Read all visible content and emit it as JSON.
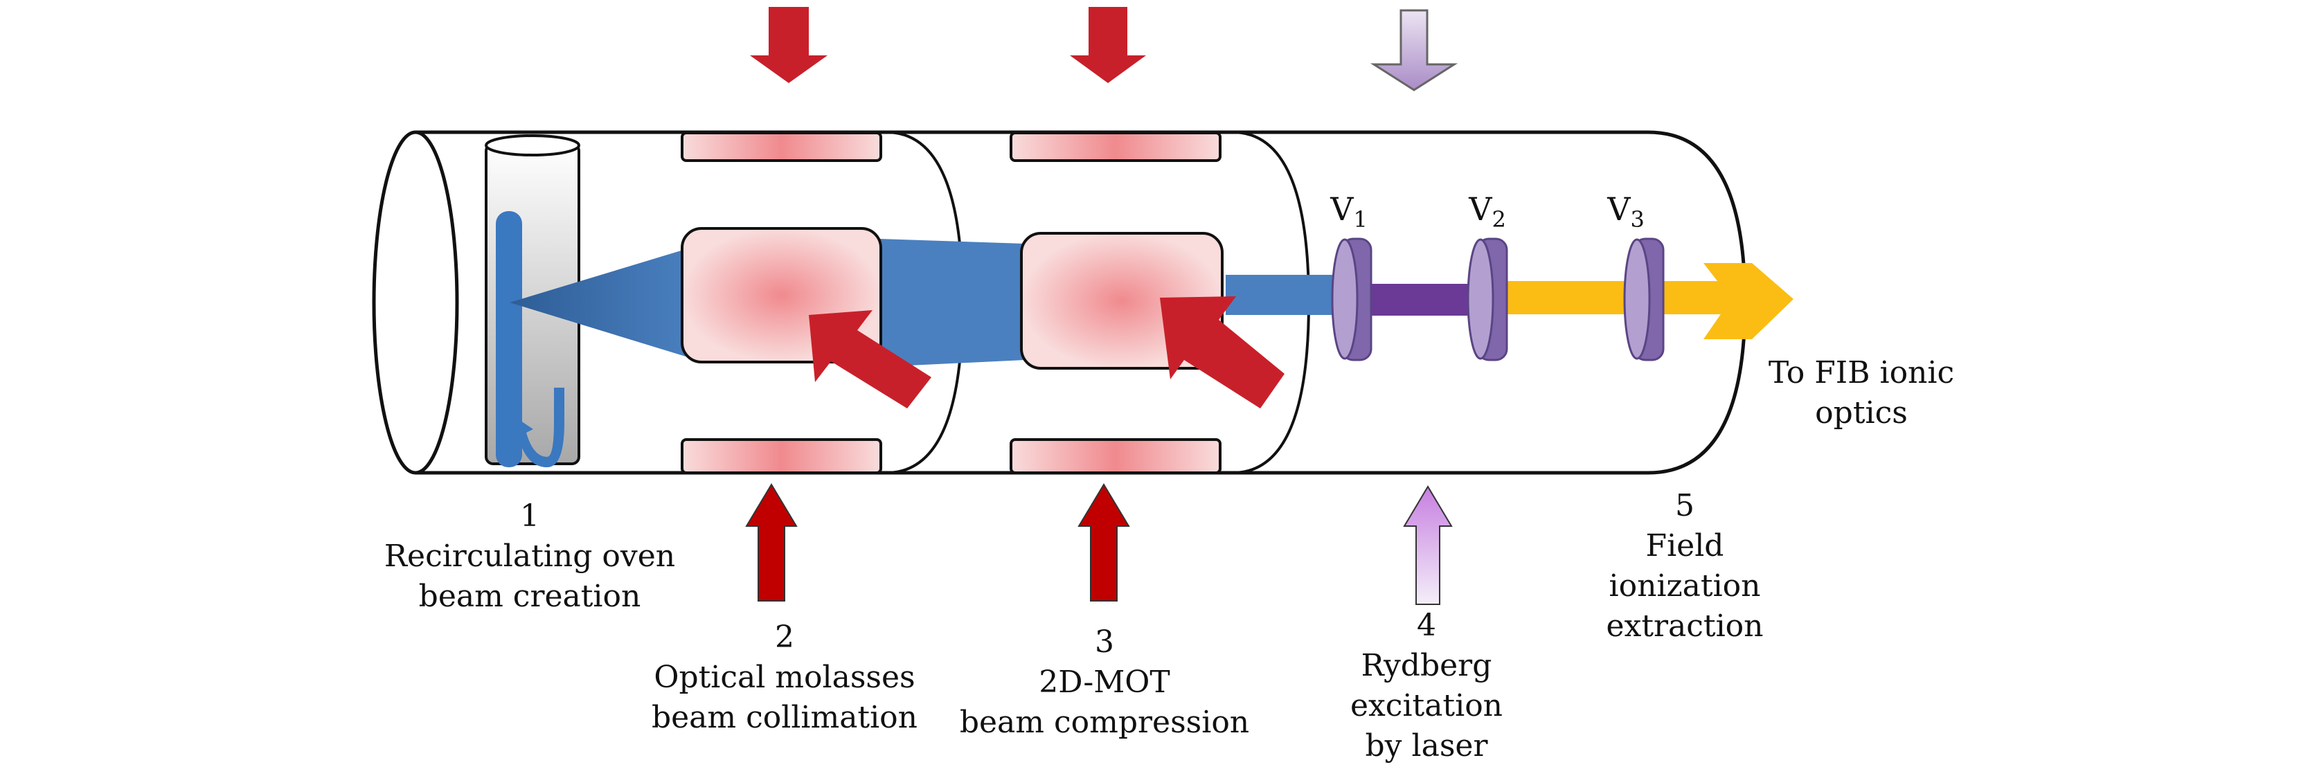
{
  "title": "Rydberg-state field-ionization ion source schematic",
  "colors": {
    "outline": "#111111",
    "atom_beam": "#4a80c0",
    "atom_beam_dark": "#2e5d96",
    "cooling_laser": "#c8202a",
    "cooling_laser_bottom": "#c00000",
    "cooling_zone_center": "#f08a8e",
    "cooling_zone_edge": "#f9dcdc",
    "rydberg_laser": "#c9a4e3",
    "rydberg_beam": "#6a3a96",
    "ion_beam": "#fbbd13",
    "electrode_light": "#b3a0d0",
    "electrode_dark": "#8066aa",
    "oven_gray": "#b8b8b8"
  },
  "electrodes": [
    {
      "id": "V1",
      "label": "V",
      "sub": "1"
    },
    {
      "id": "V2",
      "label": "V",
      "sub": "2"
    },
    {
      "id": "V3",
      "label": "V",
      "sub": "3"
    }
  ],
  "output_label": [
    "To FIB ionic",
    "optics"
  ],
  "stages": [
    {
      "number": "1",
      "lines": [
        "Recirculating oven",
        "beam creation"
      ]
    },
    {
      "number": "2",
      "lines": [
        "Optical molasses",
        "beam collimation"
      ]
    },
    {
      "number": "3",
      "lines": [
        "2D-MOT",
        "beam compression"
      ]
    },
    {
      "number": "4",
      "lines": [
        "Rydberg",
        "excitation",
        "by laser"
      ]
    },
    {
      "number": "5",
      "lines": [
        "Field",
        "ionization",
        "extraction"
      ]
    }
  ]
}
